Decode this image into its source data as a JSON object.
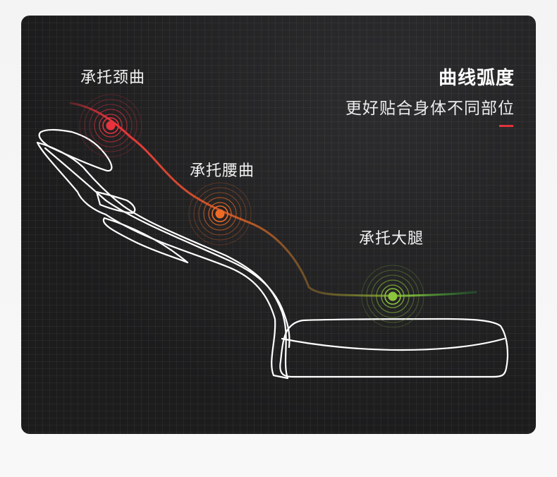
{
  "header": {
    "title": "曲线弧度",
    "subtitle": "更好贴合身体不同部位"
  },
  "points": {
    "neck": {
      "label": "承托颈曲",
      "color": "#e8333d"
    },
    "waist": {
      "label": "承托腰曲",
      "color": "#ee6a25"
    },
    "thigh": {
      "label": "承托大腿",
      "color": "#8cc43c"
    }
  },
  "colors": {
    "card_background": "#1f1f20",
    "accent": "#e0343b",
    "outline": "#ffffff"
  },
  "icons": {
    "chair": "recliner-outline-icon",
    "pulse": "concentric-ripple-icon"
  }
}
